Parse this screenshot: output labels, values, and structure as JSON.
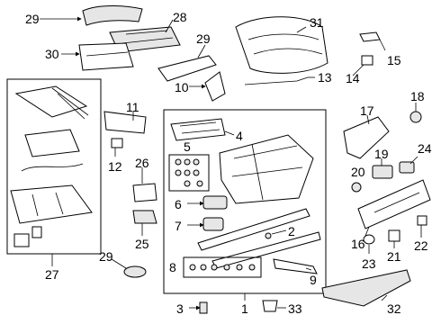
{
  "callouts": {
    "c1": "1",
    "c2": "2",
    "c3": "3",
    "c4": "4",
    "c5": "5",
    "c6": "6",
    "c7": "7",
    "c8": "8",
    "c9": "9",
    "c10": "10",
    "c11": "11",
    "c12": "12",
    "c13": "13",
    "c14": "14",
    "c15": "15",
    "c16": "16",
    "c17": "17",
    "c18": "18",
    "c19": "19",
    "c20": "20",
    "c21": "21",
    "c22": "22",
    "c23": "23",
    "c24": "24",
    "c25": "25",
    "c26": "26",
    "c27": "27",
    "c28": "28",
    "c29a": "29",
    "c29b": "29",
    "c29c": "29",
    "c30": "30",
    "c31": "31",
    "c32": "32",
    "c33": "33"
  }
}
